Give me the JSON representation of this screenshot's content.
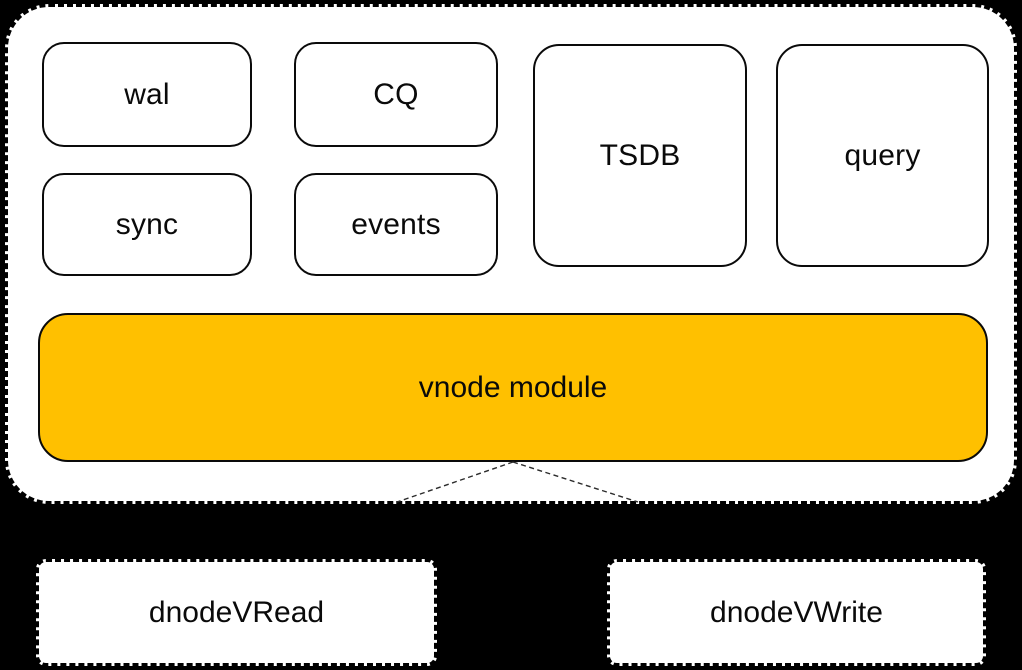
{
  "diagram": {
    "vnode_container": {
      "sub_modules": [
        {
          "id": "wal",
          "label": "wal"
        },
        {
          "id": "cq",
          "label": "CQ"
        },
        {
          "id": "sync",
          "label": "sync"
        },
        {
          "id": "events",
          "label": "events"
        },
        {
          "id": "tsdb",
          "label": "TSDB"
        },
        {
          "id": "query",
          "label": "query"
        }
      ],
      "main_module": {
        "id": "vnode-module",
        "label": "vnode module",
        "fill": "#FFC000"
      }
    },
    "dnode_endpoints": [
      {
        "id": "dnode-vread",
        "label": "dnodeVRead"
      },
      {
        "id": "dnode-vwrite",
        "label": "dnodeVWrite"
      }
    ],
    "colors": {
      "highlight_fill": "#FFC000",
      "module_fill": "#FFFFFF",
      "border": "#000000",
      "text": "#000000",
      "page_background": "#000000"
    }
  }
}
